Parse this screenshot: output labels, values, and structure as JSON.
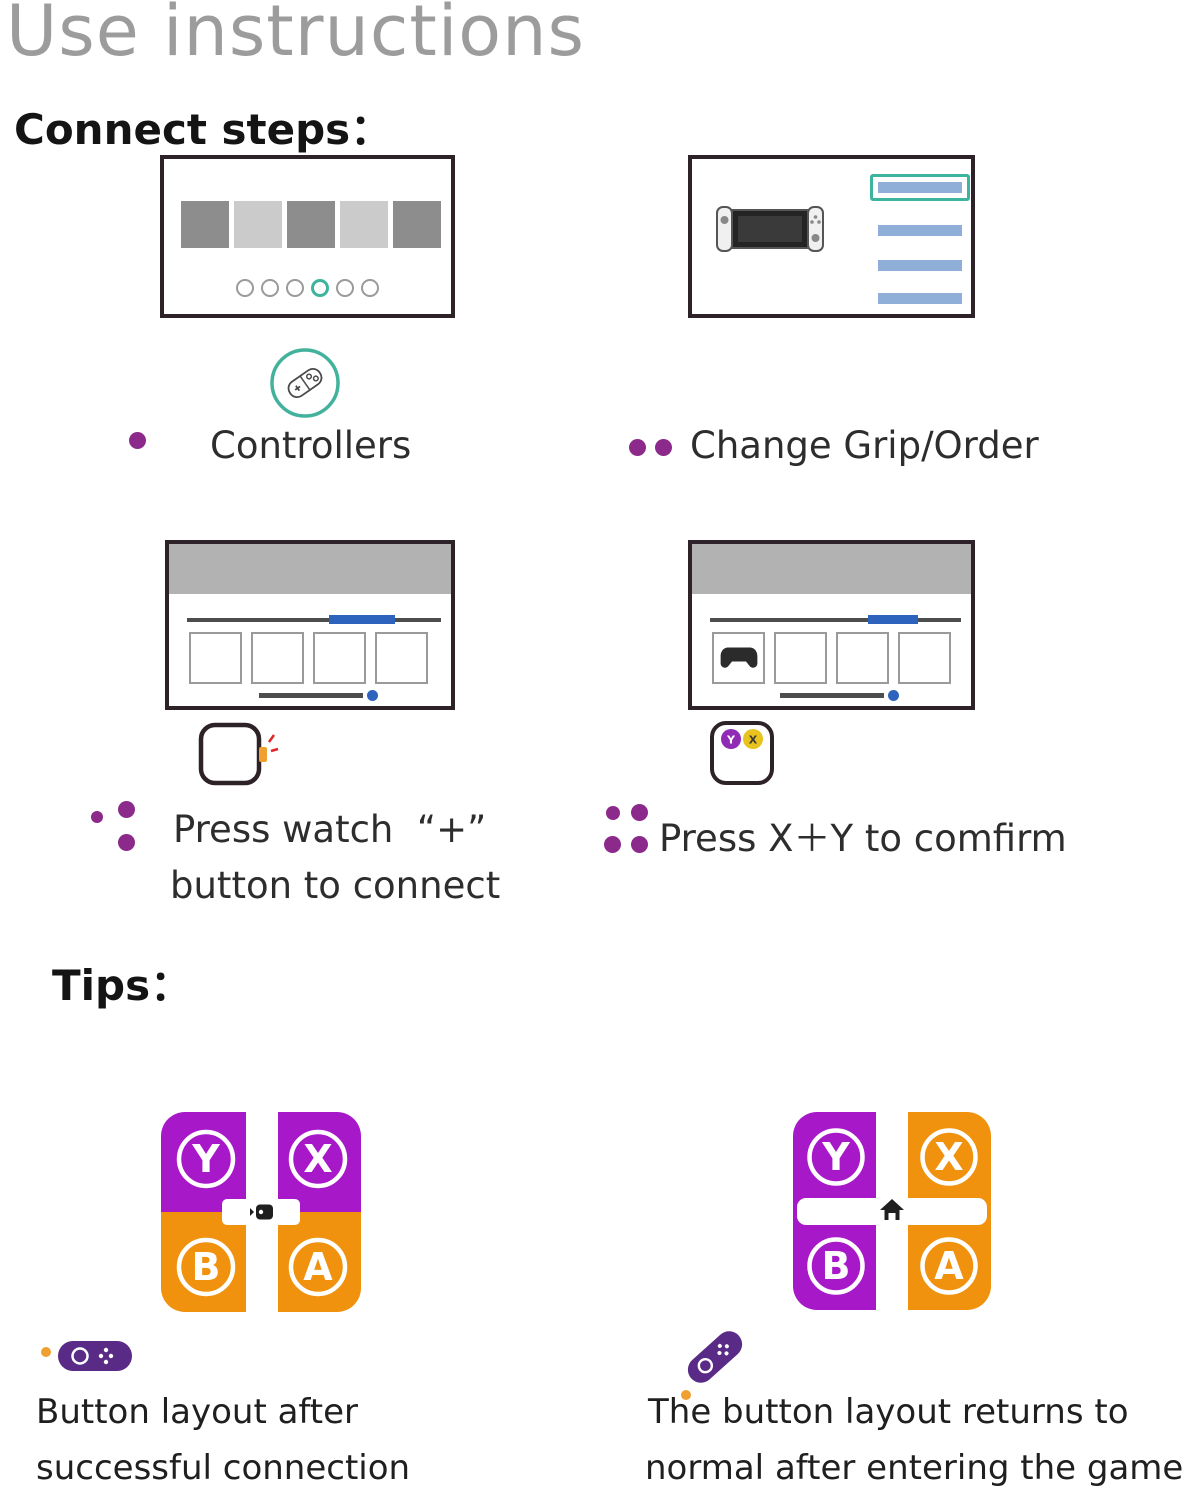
{
  "page": {
    "title": "Use instructions",
    "connect_heading": "Connect steps：",
    "tips_heading": "Tips："
  },
  "steps": [
    {
      "dots": 1,
      "label": "Controllers"
    },
    {
      "dots": 2,
      "label": "Change Grip/Order"
    },
    {
      "dots": 3,
      "line1": "Press watch  “+”",
      "line2": "button to connect"
    },
    {
      "dots": 4,
      "label": "Press X＋Y to comfirm"
    }
  ],
  "buttons": {
    "y": "Y",
    "x": "X",
    "b": "B",
    "a": "A"
  },
  "tips": [
    {
      "line1": "Button layout after",
      "line2": "successful connection"
    },
    {
      "line1": "The button layout returns to",
      "line2": "normal after entering the game"
    }
  ],
  "colors": {
    "accent_teal": "#3cb49e",
    "step_dot_purple": "#8b2a8b",
    "pad_purple": "#a718c9",
    "pad_orange": "#f0920e",
    "menu_blue": "#8fafd9",
    "progress_blue": "#2e63bd",
    "watch_crown_orange": "#f0a030",
    "joycon_purple": "#5a2b86"
  }
}
